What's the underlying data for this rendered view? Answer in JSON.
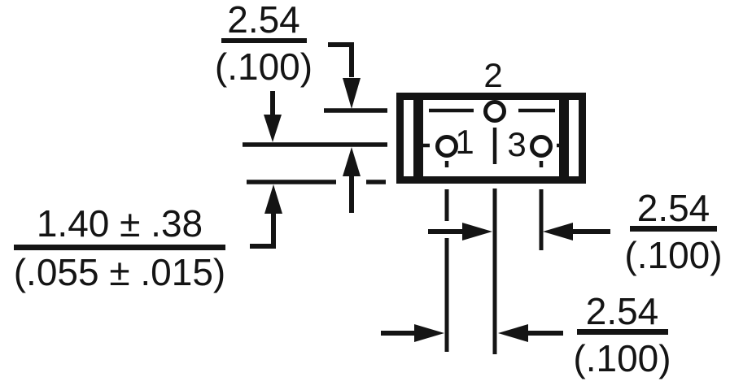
{
  "drawing": {
    "pins": {
      "pin1_label": "1",
      "pin2_label": "2",
      "pin3_label": "3"
    },
    "dim_row_spacing": {
      "metric": "2.54",
      "imperial": "(.100)"
    },
    "dim_standoff": {
      "metric": "1.40 ± .38",
      "imperial": "(.055 ± .015)"
    },
    "dim_pitch_upper": {
      "metric": "2.54",
      "imperial": "(.100)"
    },
    "dim_pitch_lower": {
      "metric": "2.54",
      "imperial": "(.100)"
    },
    "line_color": "#141414"
  }
}
